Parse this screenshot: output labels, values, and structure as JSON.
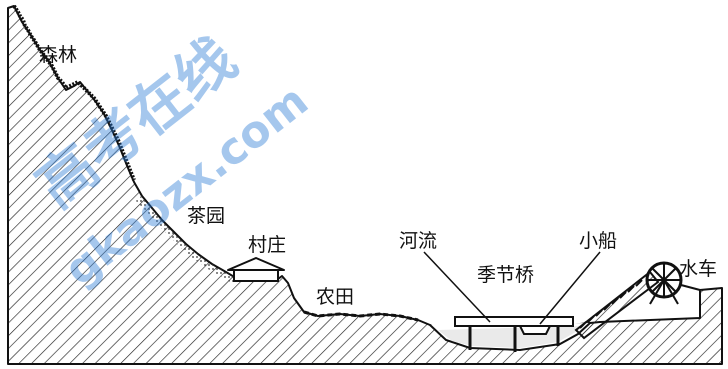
{
  "labels": {
    "forest": "森林",
    "tea_garden": "茶园",
    "village": "村庄",
    "farmland": "农田",
    "river": "河流",
    "seasonal_bridge": "季节桥",
    "small_boat": "小船",
    "waterwheel": "水车"
  },
  "watermark": {
    "brand": "高考在线",
    "url": "gkaozx.com"
  },
  "colors": {
    "ink": "#111111",
    "hatch": "#222222",
    "watermark": "#2a7bd6"
  }
}
